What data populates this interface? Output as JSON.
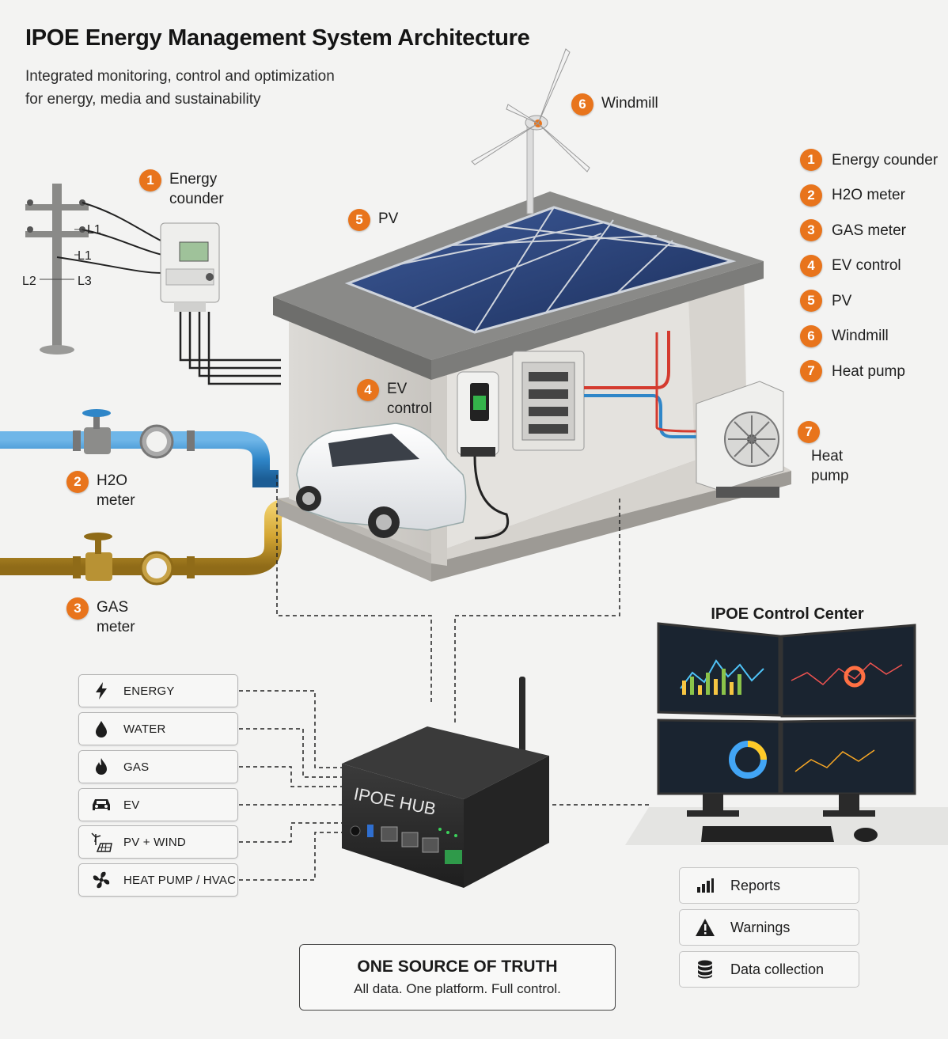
{
  "title": "IPOE Energy Management System Architecture",
  "subtitle_lines": [
    "Integrated monitoring, control and optimization",
    "for energy, media and sustainability"
  ],
  "callouts": {
    "energy": {
      "num": "1",
      "lines": [
        "Energy",
        "counder"
      ]
    },
    "h2o": {
      "num": "2",
      "lines": [
        "H2O",
        "meter"
      ]
    },
    "gas": {
      "num": "3",
      "lines": [
        "GAS",
        "meter"
      ]
    },
    "ev": {
      "num": "4",
      "lines": [
        "EV",
        "control"
      ]
    },
    "pv": {
      "num": "5",
      "lines": [
        "PV"
      ]
    },
    "windmill": {
      "num": "6",
      "lines": [
        "Windmill"
      ]
    },
    "heatpump": {
      "num": "7",
      "lines": [
        "Heat",
        "pump"
      ]
    }
  },
  "pole_labels": {
    "l1_top": "L1",
    "l1": "L1",
    "l2": "L2",
    "l3": "L3"
  },
  "legend": [
    {
      "num": "1",
      "label": "Energy counder"
    },
    {
      "num": "2",
      "label": "H2O meter"
    },
    {
      "num": "3",
      "label": "GAS meter"
    },
    {
      "num": "4",
      "label": "EV control"
    },
    {
      "num": "5",
      "label": "PV"
    },
    {
      "num": "6",
      "label": "Windmill"
    },
    {
      "num": "7",
      "label": "Heat pump"
    }
  ],
  "sources": [
    {
      "label": "ENERGY",
      "icon": "lightning-icon"
    },
    {
      "label": "WATER",
      "icon": "water-drop-icon"
    },
    {
      "label": "GAS",
      "icon": "flame-icon"
    },
    {
      "label": "EV",
      "icon": "car-icon"
    },
    {
      "label": "PV + WIND",
      "icon": "solar-wind-icon"
    },
    {
      "label": "HEAT PUMP / HVAC",
      "icon": "fan-icon"
    }
  ],
  "hub": {
    "label": "IPOE HUB"
  },
  "control_center": {
    "title": "IPOE Control Center"
  },
  "outputs": [
    {
      "label": "Reports",
      "icon": "bar-chart-icon"
    },
    {
      "label": "Warnings",
      "icon": "warning-icon"
    },
    {
      "label": "Data collection",
      "icon": "database-icon"
    }
  ],
  "truth": {
    "title": "ONE SOURCE OF TRUTH",
    "subtitle": "All data. One platform. Full control."
  },
  "colors": {
    "accent": "#e8741c",
    "water_pipe": "#2f86c8",
    "gas_pipe": "#d3a533",
    "pv_panel": "#263f73",
    "hub_body": "#2b2b2b",
    "dashboard_bg": "#1a2430"
  }
}
